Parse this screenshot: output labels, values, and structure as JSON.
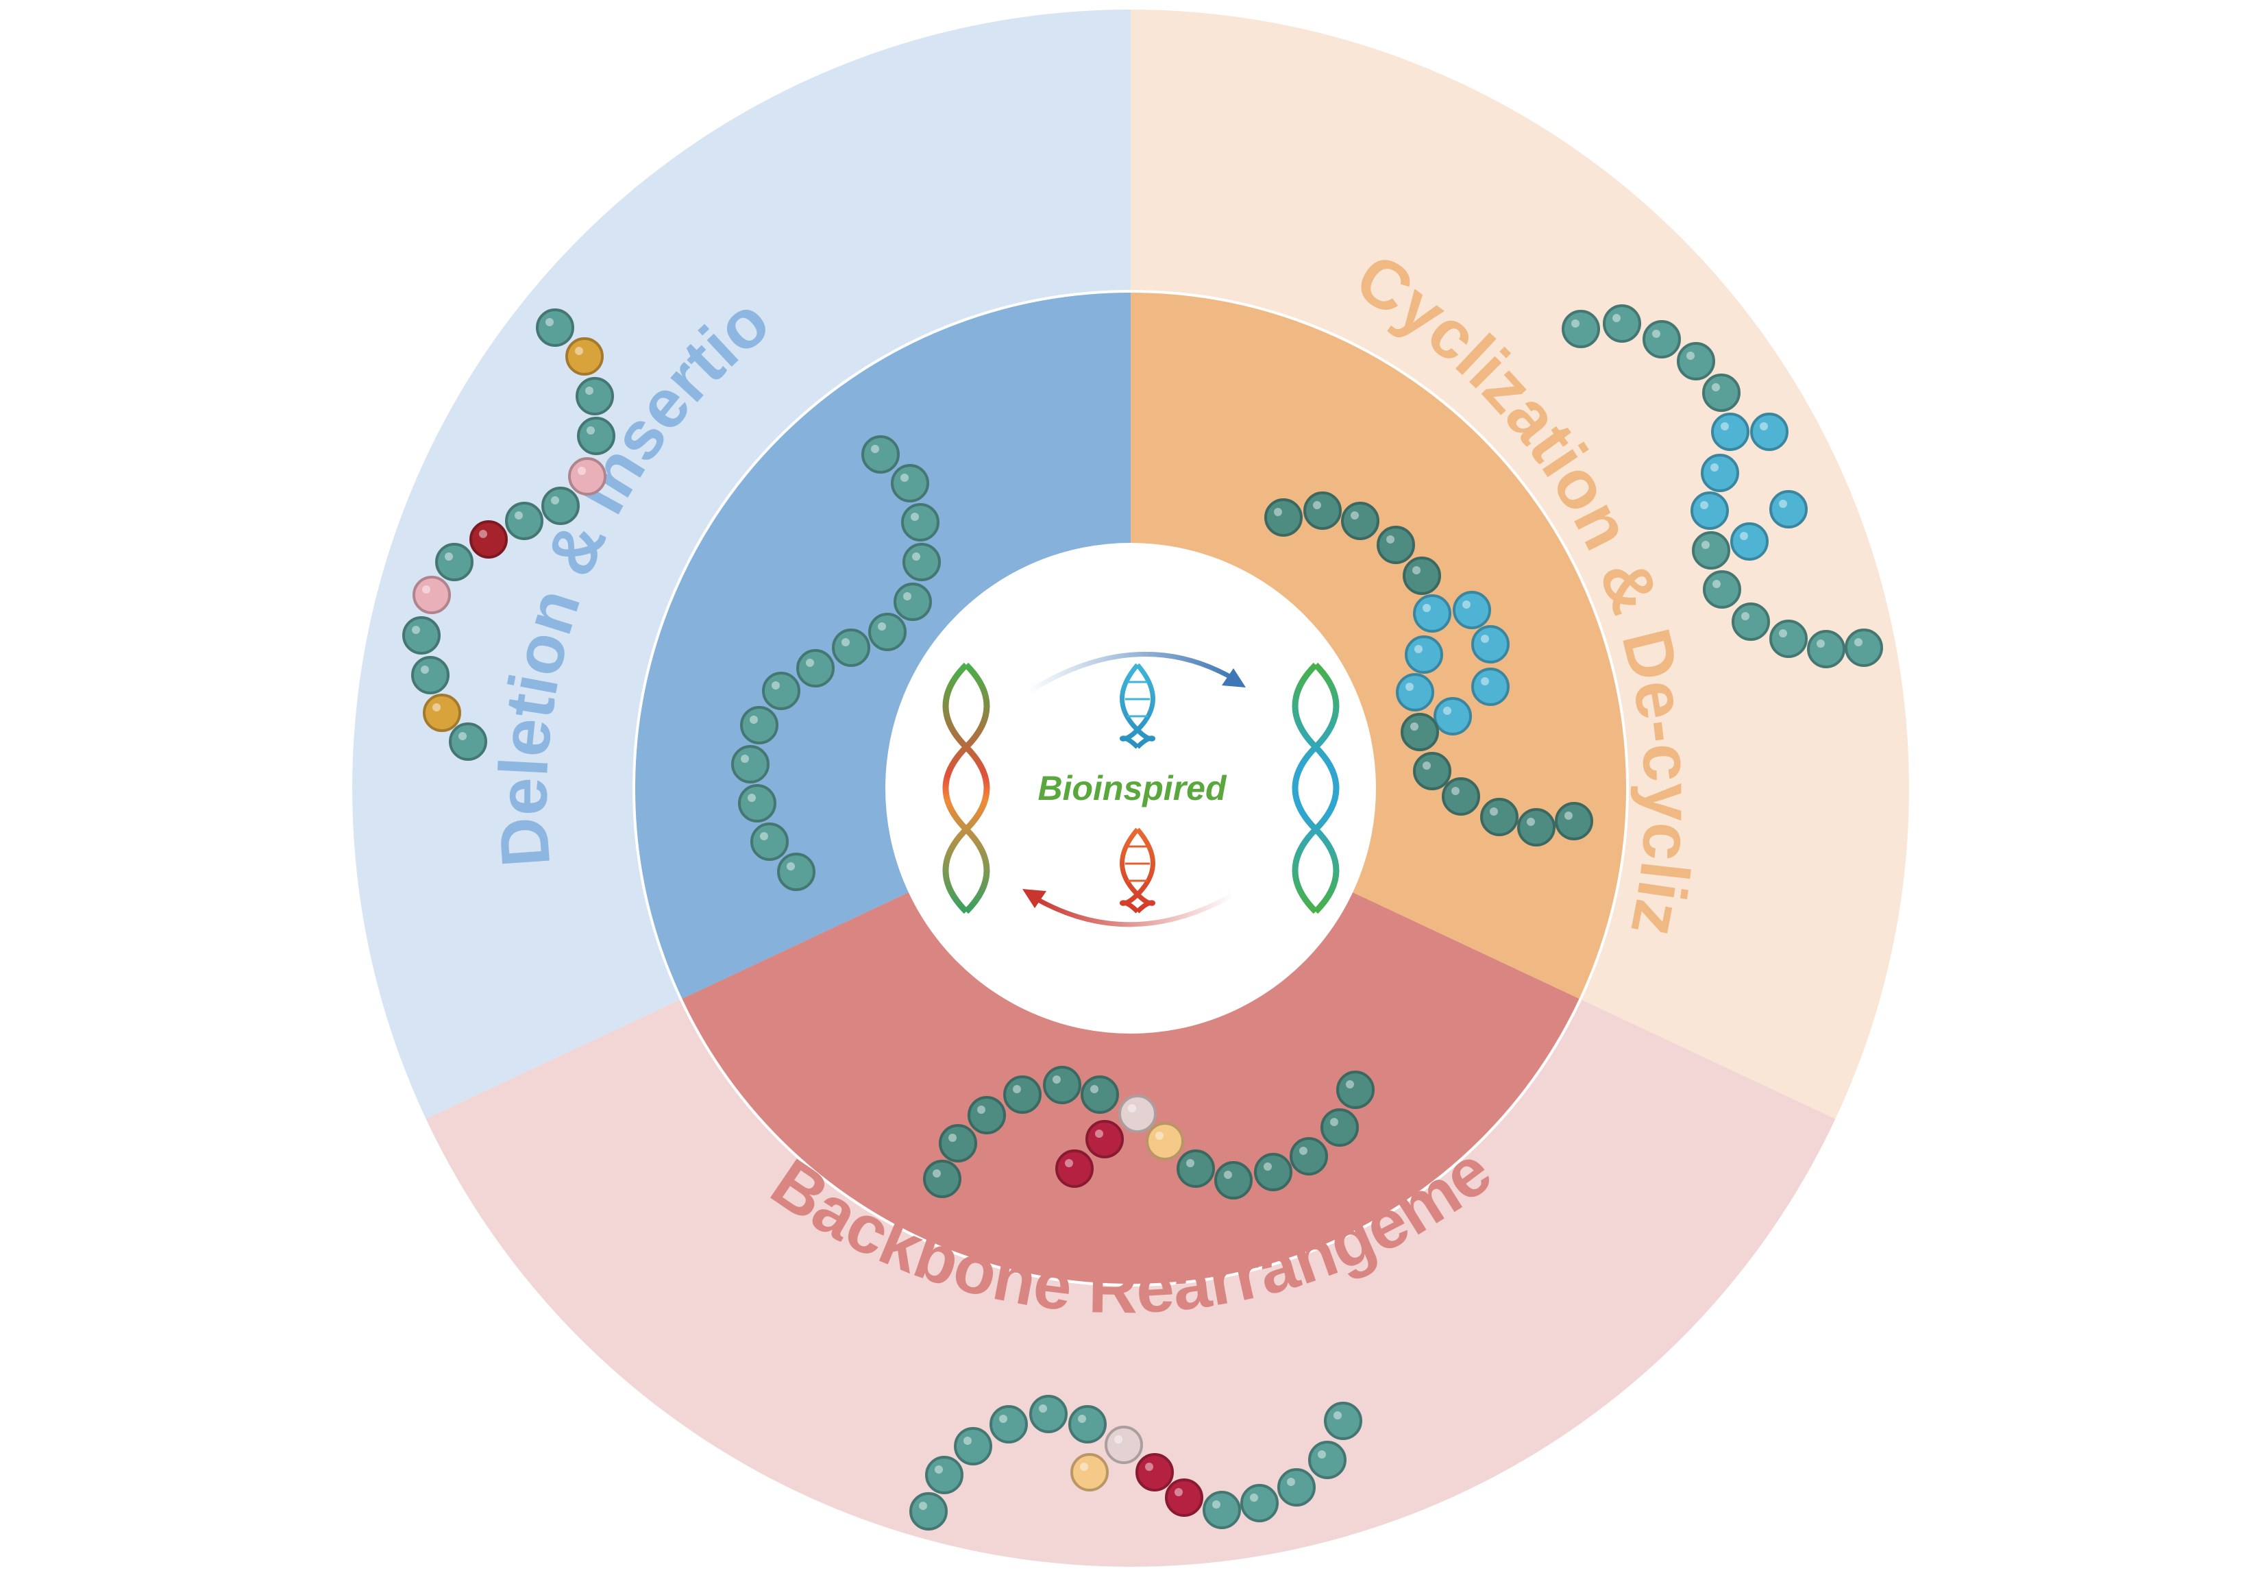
{
  "center": {
    "label": "Bioinspired"
  },
  "segments": [
    {
      "id": "deletion",
      "label": "Deletion & Insertion",
      "outer_color": "#d6e4f3",
      "inner_color": "#85b1da",
      "text_color": "#8db6e0"
    },
    {
      "id": "cyclization",
      "label": "Cyclization & De-cyclization",
      "outer_color": "#f9e6d6",
      "inner_color": "#f0b882",
      "text_color": "#f0b882"
    },
    {
      "id": "rearrangement",
      "label": "Backbone Rearrangement",
      "outer_color": "#f1d6d5",
      "inner_color": "#d98682",
      "text_color": "#d98682"
    }
  ],
  "colors": {
    "bead_teal": "#5a9f98",
    "bead_dark_teal": "#4e8b80",
    "bead_blue": "#4fb3d4",
    "bead_orange": "#d9a33c",
    "bead_pink": "#eab0ba",
    "bead_dark_red": "#a6222c",
    "bead_crimson": "#b52241",
    "bead_light_orange": "#f5c987",
    "bead_light_gray": "#e4d2d2",
    "arrow_blue": "#3f76b5",
    "arrow_red": "#c8362e",
    "label_green": "#5aa83d"
  }
}
